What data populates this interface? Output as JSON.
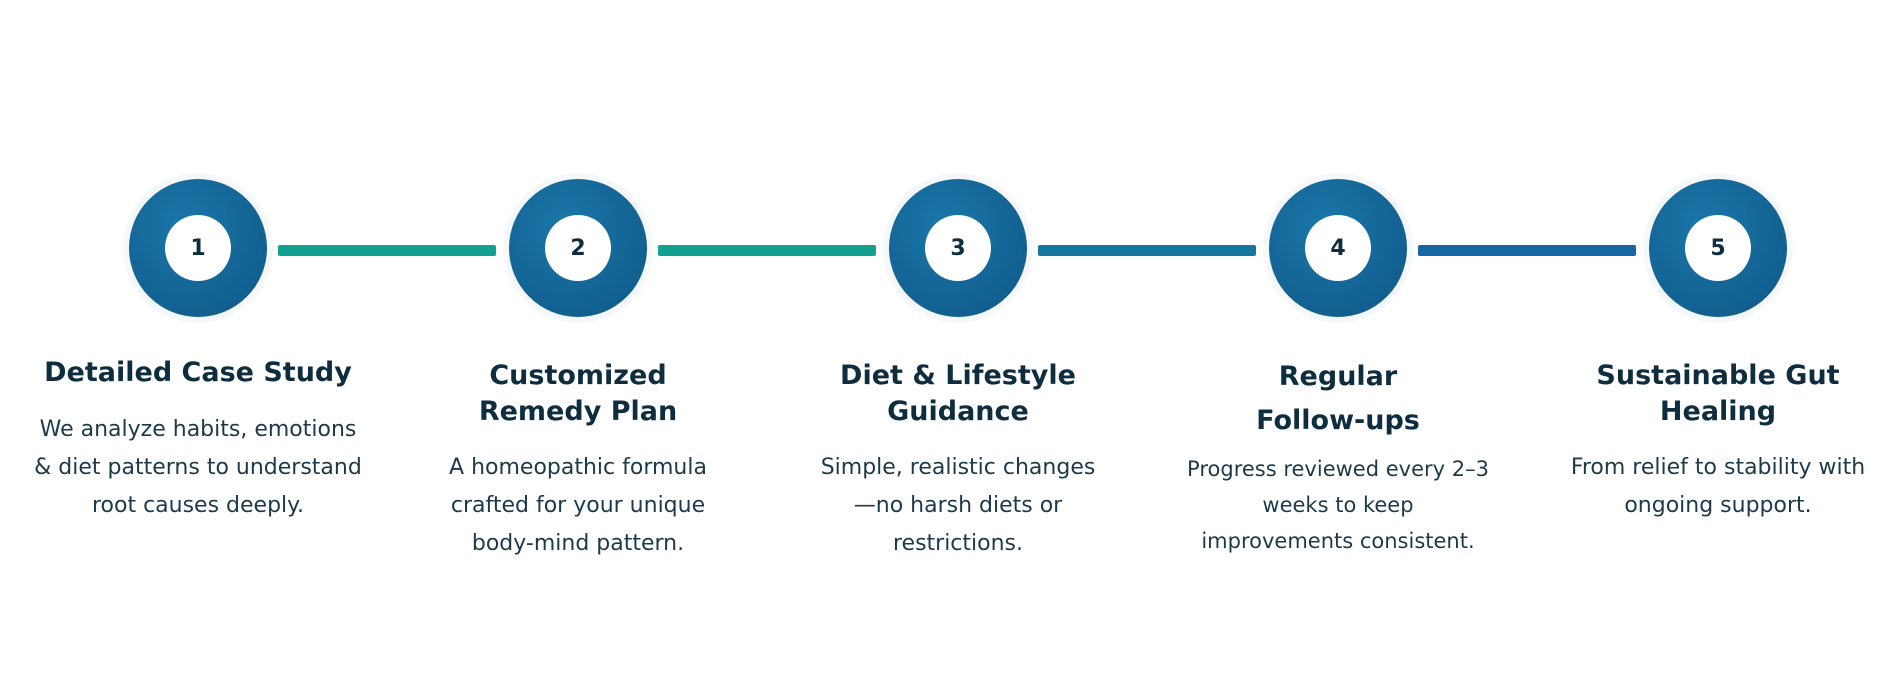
{
  "colors": {
    "ring": "#136596",
    "connector_teal": "#14a08e",
    "connector_blue": "#1566a2",
    "title": "#0e2d3f",
    "text": "#1d3a4b"
  },
  "steps": [
    {
      "number": "1",
      "title": "Detailed Case Study",
      "description": "We analyze habits, emotions & diet patterns to understand root causes deeply."
    },
    {
      "number": "2",
      "title": "Customized Remedy Plan",
      "description": "A homeopathic formula crafted for your unique body-mind pattern."
    },
    {
      "number": "3",
      "title": "Diet & Lifestyle Guidance",
      "description": "Simple, realistic changes—no harsh diets or restrictions."
    },
    {
      "number": "4",
      "title": "Regular Follow-ups",
      "description": "Progress reviewed every 2–3 weeks to keep improvements consistent."
    },
    {
      "number": "5",
      "title": "Sustainable Gut Healing",
      "description": "From relief to stability with ongoing support."
    }
  ]
}
